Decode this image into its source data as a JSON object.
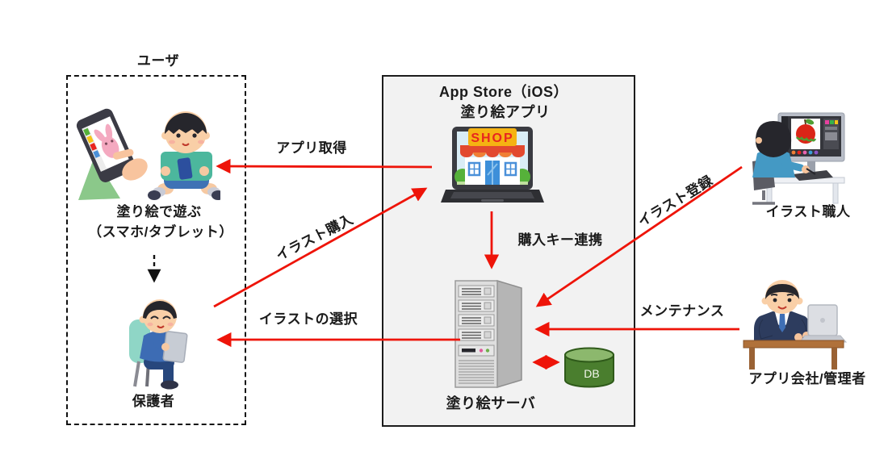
{
  "user_box": {
    "title": "ユーザ",
    "play_line1": "塗り絵で遊ぶ",
    "play_line2": "（スマホ/タブレット）",
    "guardian": "保護者"
  },
  "store": {
    "line1": "App Store（iOS）",
    "line2": "塗り絵アプリ",
    "shop_sign": "SHOP"
  },
  "server": {
    "label": "塗り絵サーバ",
    "db": "DB"
  },
  "actors": {
    "illustrator": "イラスト職人",
    "admin": "アプリ会社/管理者"
  },
  "flows": {
    "app_get": "アプリ取得",
    "illust_purchase": "イラスト購入",
    "illust_select": "イラストの選択",
    "purchase_key": "購入キー連携",
    "illust_register": "イラスト登録",
    "maintenance": "メンテナンス"
  },
  "colors": {
    "arrow_red": "#ee1409",
    "center_box_fill": "#f2f2f2",
    "db_green": "#4a7e2e",
    "db_top_green": "#8cb86d",
    "sign_yellow": "#f5b312",
    "awning_red": "#e2492f",
    "awning_orange": "#f07f35"
  }
}
